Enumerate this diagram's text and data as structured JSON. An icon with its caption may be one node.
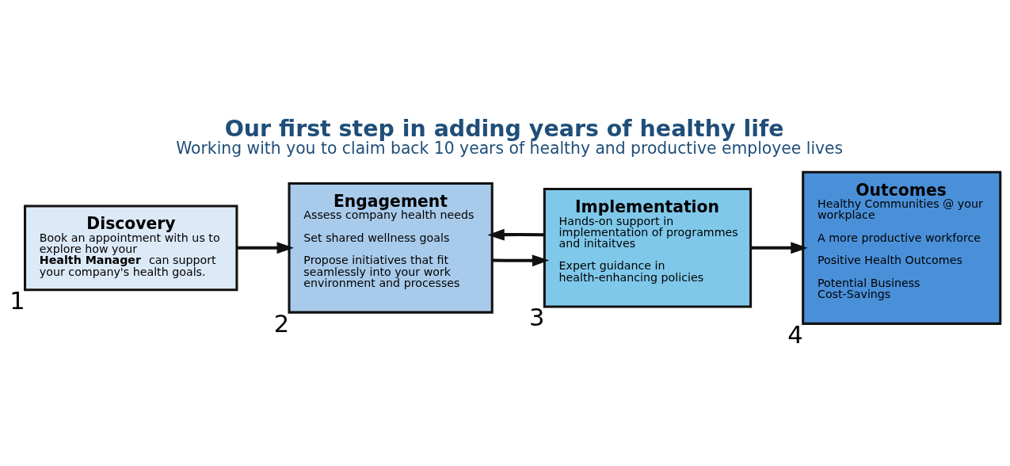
{
  "diagram": {
    "title": "Our first step in adding years of healthy life",
    "caption": "Working with you to claim back 10 years of healthy and productive employee lives",
    "nodes": [
      {
        "text": [
          "Discovery",
          "Book an appointment with us to explore how your **Health Manager** can support your company's health goals."
        ],
        "beside": [
          "1"
        ]
      },
      {
        "text": [
          "Engagement",
          "Assess company health needs",
          "Set shared wellness goals",
          "Propose initiatives that fit seamlessly into your work environment and processes"
        ],
        "beside": [
          "2"
        ]
      },
      {
        "text": [
          "Implementation",
          "Hands-on support in implementation of programmes and initaitves",
          "Expert guidance in health-enhancing policies"
        ],
        "beside": [
          "3"
        ]
      },
      {
        "text": [
          "Outcomes",
          "Healthy Communities @ your workplace",
          "A more productive workforce",
          "Positive Health Outcomes",
          "Potential Business Cost-Savings"
        ],
        "beside": [
          "4"
        ]
      }
    ],
    "edges": [
      {
        "from": 0,
        "to": 1,
        "arrow": "to"
      },
      {
        "from": 1,
        "to": 2,
        "arrow": "to"
      },
      {
        "from": 2,
        "to": 1,
        "arrow": "to"
      },
      {
        "from": 2,
        "to": 3,
        "arrow": "to"
      }
    ]
  }
}
